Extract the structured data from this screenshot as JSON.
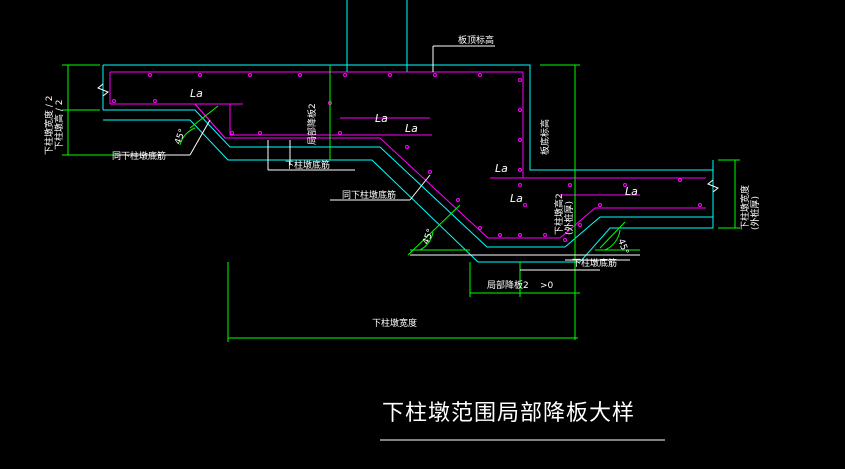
{
  "title": "下柱墩范围局部降板大样",
  "labels": {
    "board_top_level": "板顶标高",
    "pier_width_left": "下柱墩宽度 / 2",
    "pier_height_left": "下柱墩高 / 2",
    "bottom_reinf_left": "同下柱墩底筋",
    "pier_bottom_bars": "下柱墩底筋",
    "same_pier_bottom_bars_center": "同下柱墩底筋",
    "drop_depth": "局部降板2",
    "board_bottom_level": "板底标高",
    "pier_height_right_a": "下柱墩高2",
    "pier_height_right_b": "(外桩厚)",
    "right_side_a": "下柱墩宽度",
    "right_side_b": "(外桩厚)",
    "pier_bottom_bars_right": "下柱墩底筋",
    "drop_width_bottom": "局部降板2",
    "min_gap": ">0",
    "pier_width_total": "下柱墩宽度"
  },
  "anchor_label": "La",
  "angle_label": "45°",
  "colors": {
    "background": "#000000",
    "concrete_outline": "#00ffff",
    "rebar": "#ff00ff",
    "dimension": "#00ff00",
    "text": "#ffffff",
    "leader": "#ffffff"
  }
}
